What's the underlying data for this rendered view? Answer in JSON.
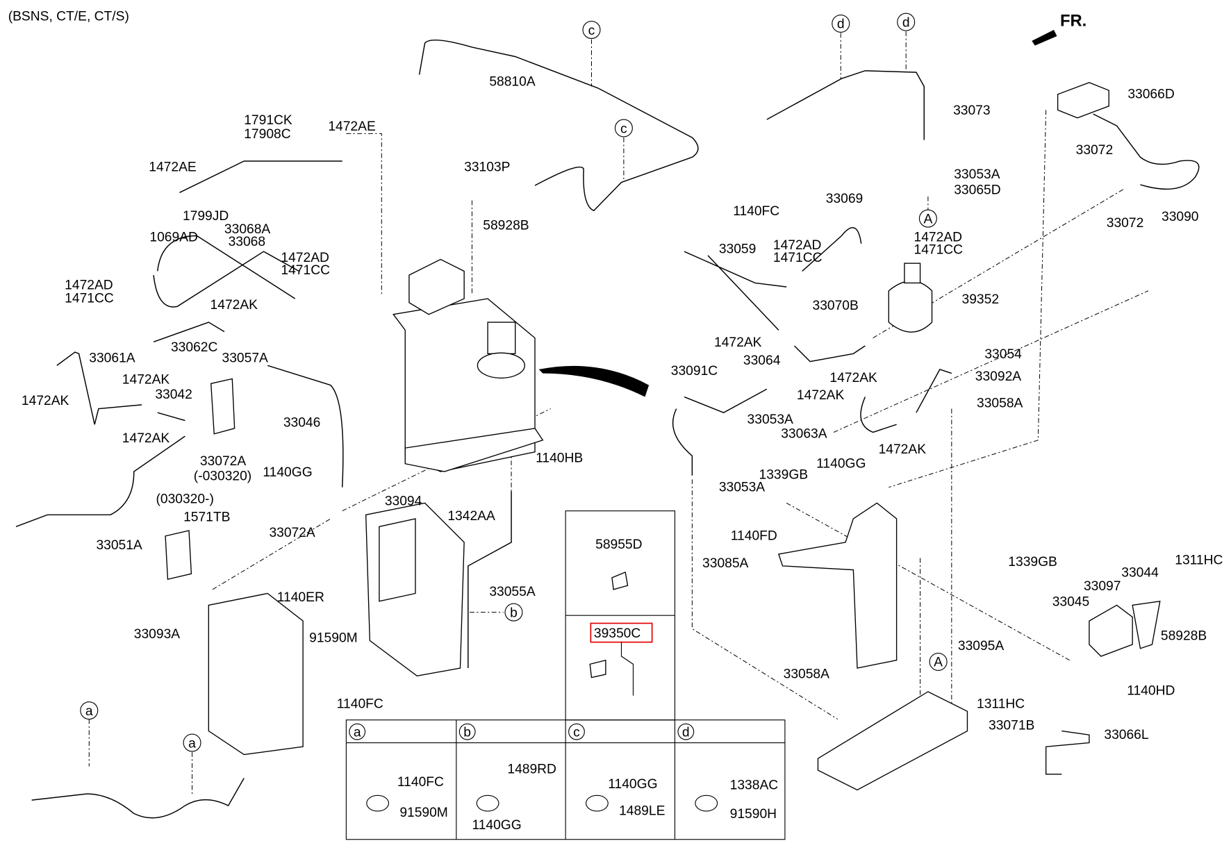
{
  "header": {
    "variant": "(BSNS, CT/E, CT/S)",
    "front_label": "FR."
  },
  "labels": [
    "58810A",
    "33073",
    "33066D",
    "33072",
    "33053A",
    "33065D",
    "33072",
    "33090",
    "1791CK",
    "17908C",
    "1472AE",
    "1472AE",
    "33103P",
    "58928B",
    "1799JD",
    "1069AD",
    "33068A",
    "33068",
    "1472AD",
    "1471CC",
    "1472AD",
    "1471CC",
    "1472AK",
    "1140FC",
    "33069",
    "1472AD",
    "1471CC",
    "33059",
    "1472AD",
    "1471CC",
    "33070B",
    "39352",
    "1472AK",
    "33064",
    "33054",
    "33091C",
    "1472AK",
    "33092A",
    "1472AK",
    "33058A",
    "33053A",
    "33063A",
    "1472AK",
    "33062C",
    "33061A",
    "33057A",
    "1472AK",
    "33042",
    "1472AK",
    "1472AK",
    "33046",
    "33072A",
    "(-030320)",
    "1140GG",
    "1140HB",
    "33053A",
    "1339GB",
    "1140GG",
    "1140FD",
    "33085A",
    "1339GB",
    "1311HC",
    "33044",
    "33097",
    "33045",
    "58928B",
    "33095A",
    "1311HC",
    "1140HD",
    "33058A",
    "33071B",
    "33066L",
    "33051A",
    "(030320-)",
    "1571TB",
    "33072A",
    "1140ER",
    "33093A",
    "91590M",
    "1140FC",
    "33094",
    "1342AA",
    "33055A",
    "58955D"
  ],
  "callouts": [
    "c",
    "c",
    "d",
    "d",
    "A",
    "A",
    "b",
    "a",
    "a"
  ],
  "highlighted_part": {
    "label": "39350C",
    "border_color": "#e00000"
  },
  "legend_table": {
    "columns": [
      {
        "key": "a",
        "parts": [
          "1140FC",
          "91590M"
        ]
      },
      {
        "key": "b",
        "parts": [
          "1489RD",
          "1140GG"
        ]
      },
      {
        "key": "c",
        "parts": [
          "1140GG",
          "1489LE"
        ]
      },
      {
        "key": "d",
        "parts": [
          "1338AC",
          "91590H"
        ]
      }
    ]
  }
}
